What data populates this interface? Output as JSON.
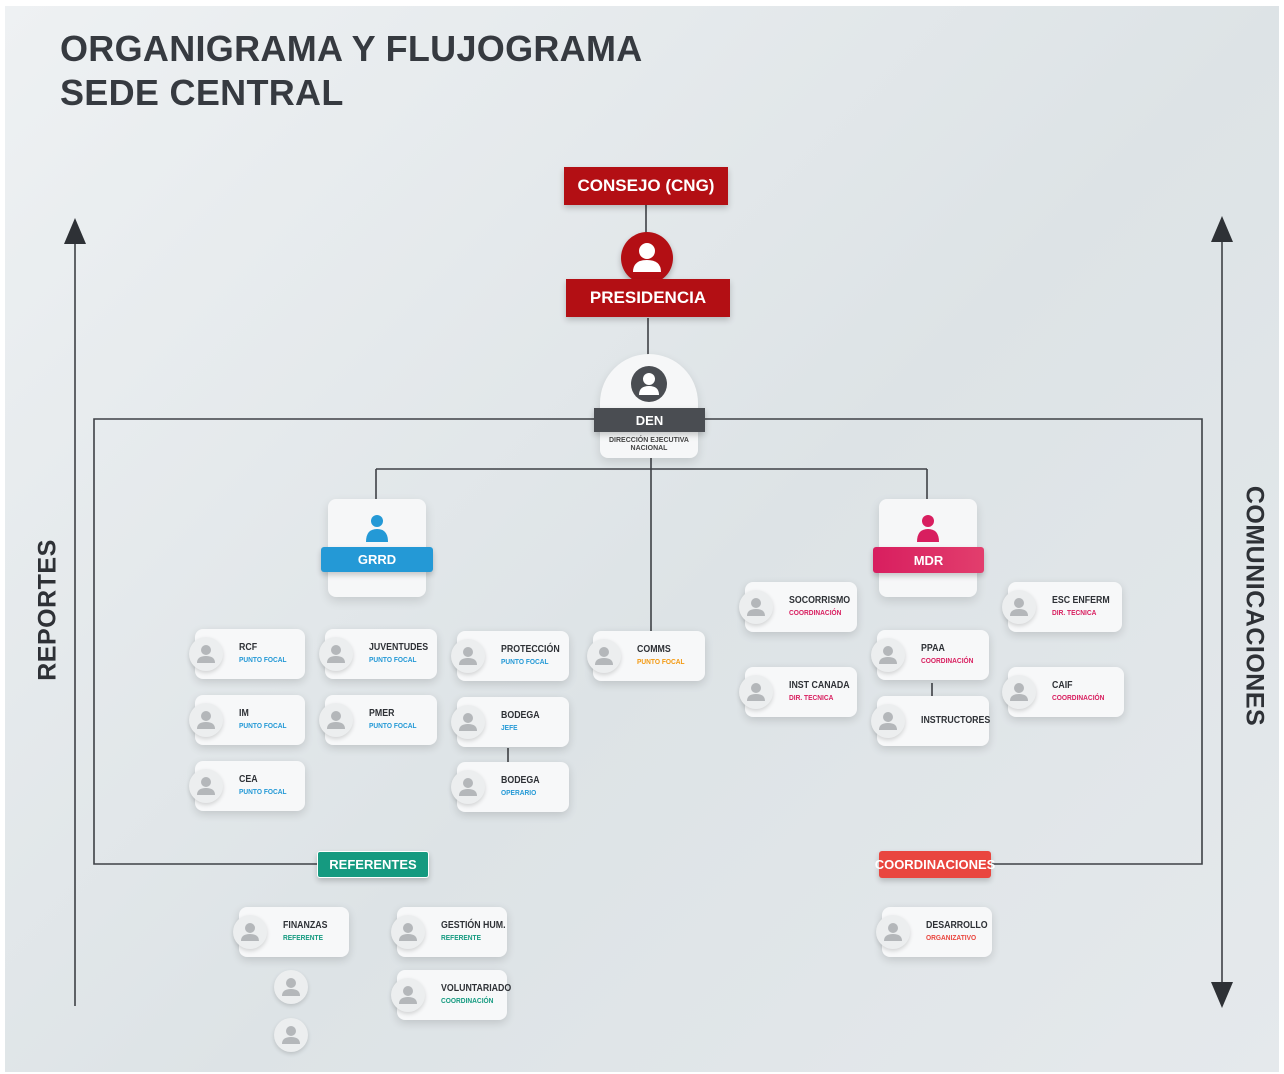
{
  "title": {
    "line1": "ORGANIGRAMA Y FLUJOGRAMA",
    "line2": "SEDE CENTRAL"
  },
  "side": {
    "left": "REPORTES",
    "right": "COMUNICACIONES"
  },
  "colors": {
    "red": "#b30f14",
    "dark": "#4a4d52",
    "blue": "#2499d6",
    "pink": "#d81e5f",
    "teal": "#159a80",
    "coral": "#e9463f",
    "orange": "#f39a12"
  },
  "top": {
    "consejo": "CONSEJO (CNG)",
    "presidencia": "PRESIDENCIA",
    "den": "DEN",
    "den_sub": "DIRECCIÓN EJECUTIVA NACIONAL"
  },
  "departments": {
    "grrd": "GRRD",
    "mdr": "MDR",
    "referentes": "REFERENTES",
    "coordinaciones": "COORDINACIONES"
  },
  "cards": {
    "rcf": {
      "name": "RCF",
      "role": "PUNTO FOCAL"
    },
    "im": {
      "name": "IM",
      "role": "PUNTO FOCAL"
    },
    "cea": {
      "name": "CEA",
      "role": "PUNTO FOCAL"
    },
    "juventudes": {
      "name": "JUVENTUDES",
      "role": "PUNTO FOCAL"
    },
    "pmer": {
      "name": "PMER",
      "role": "PUNTO FOCAL"
    },
    "proteccion": {
      "name": "PROTECCIÓN",
      "role": "PUNTO FOCAL"
    },
    "bodega_jefe": {
      "name": "BODEGA",
      "role": "JEFE"
    },
    "bodega_operario": {
      "name": "BODEGA",
      "role": "OPERARIO"
    },
    "comms": {
      "name": "COMMS",
      "role": "PUNTO FOCAL"
    },
    "socorrismo": {
      "name": "SOCORRISMO",
      "role": "COORDINACIÓN"
    },
    "inst_canada": {
      "name": "INST CANADA",
      "role": "DIR. TECNICA"
    },
    "ppaa": {
      "name": "PPAA",
      "role": "COORDINACIÓN"
    },
    "instructores": {
      "name": "INSTRUCTORES",
      "role": ""
    },
    "esc_enferm": {
      "name": "ESC ENFERM",
      "role": "DIR. TECNICA"
    },
    "caif": {
      "name": "CAIF",
      "role": "COORDINACIÓN"
    },
    "finanzas": {
      "name": "FINANZAS",
      "role": "REFERENTE"
    },
    "gestion_hum": {
      "name": "GESTIÓN HUM.",
      "role": "REFERENTE"
    },
    "voluntariado": {
      "name": "VOLUNTARIADO",
      "role": "COORDINACIÓN"
    },
    "desarrollo": {
      "name": "DESARROLLO",
      "role": "ORGANIZATIVO"
    }
  }
}
